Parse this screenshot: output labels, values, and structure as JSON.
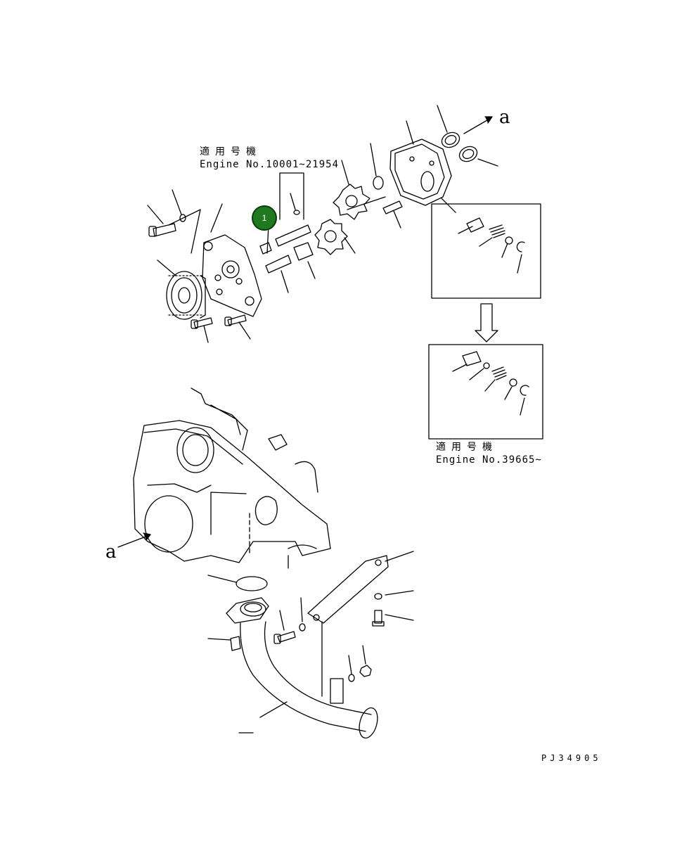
{
  "note_top": {
    "applies_label": "適用号機",
    "engine_range": "Engine No.10001~21954"
  },
  "note_bottom": {
    "applies_label": "適用号機",
    "engine_range": "Engine No.39665~"
  },
  "arrow_letter_top": "a",
  "arrow_letter_left": "a",
  "callout_number": "1",
  "drawing_code": "PJ34905",
  "colors": {
    "line": "#000000",
    "callout_fill": "#1f7a1f"
  }
}
